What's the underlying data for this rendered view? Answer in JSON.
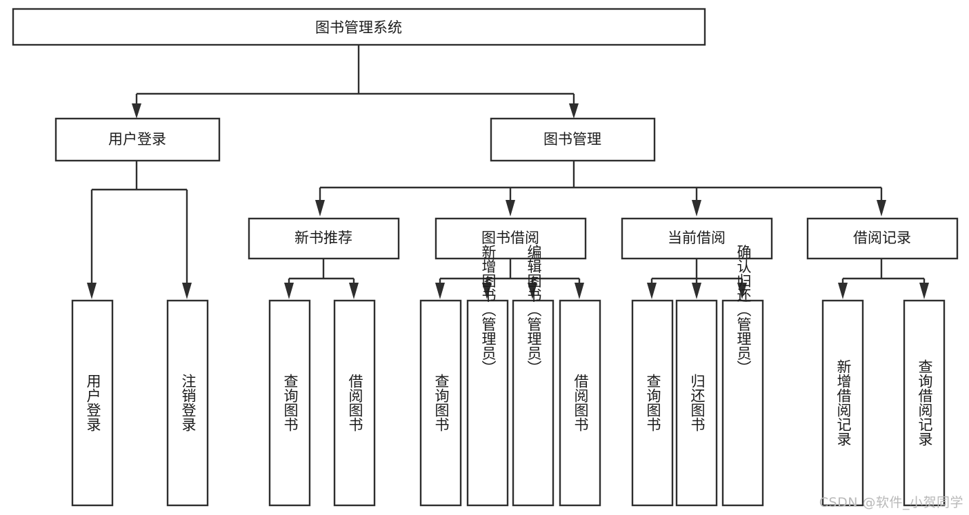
{
  "diagram": {
    "title": "图书管理系统",
    "type": "tree",
    "orientation": "top-down",
    "colors": {
      "box_stroke": "#2e2e2e",
      "box_fill": "#ffffff",
      "text": "#1b1b1b",
      "watermark": "#b9b9b9",
      "background": "#ffffff"
    },
    "root": {
      "label": "图书管理系统"
    },
    "level2": [
      {
        "label": "用户登录"
      },
      {
        "label": "图书管理"
      }
    ],
    "level3": [
      {
        "label": "新书推荐"
      },
      {
        "label": "图书借阅"
      },
      {
        "label": "当前借阅"
      },
      {
        "label": "借阅记录"
      }
    ],
    "leaves": {
      "user_login": [
        {
          "label": "用户登录"
        },
        {
          "label": "注销登录"
        }
      ],
      "new_book_recommend": [
        {
          "label": "查询图书"
        },
        {
          "label": "借阅图书"
        }
      ],
      "book_borrow": [
        {
          "label": "查询图书"
        },
        {
          "label": "新增图书（管理员）"
        },
        {
          "label": "编辑图书（管理员）"
        },
        {
          "label": "借阅图书"
        }
      ],
      "current_borrow": [
        {
          "label": "查询图书"
        },
        {
          "label": "归还图书"
        },
        {
          "label": "确认归还（管理员）"
        }
      ],
      "borrow_records": [
        {
          "label": "新增借阅记录"
        },
        {
          "label": "查询借阅记录"
        }
      ]
    }
  },
  "watermark": {
    "text": "CSDN @软件_小贺同学"
  }
}
